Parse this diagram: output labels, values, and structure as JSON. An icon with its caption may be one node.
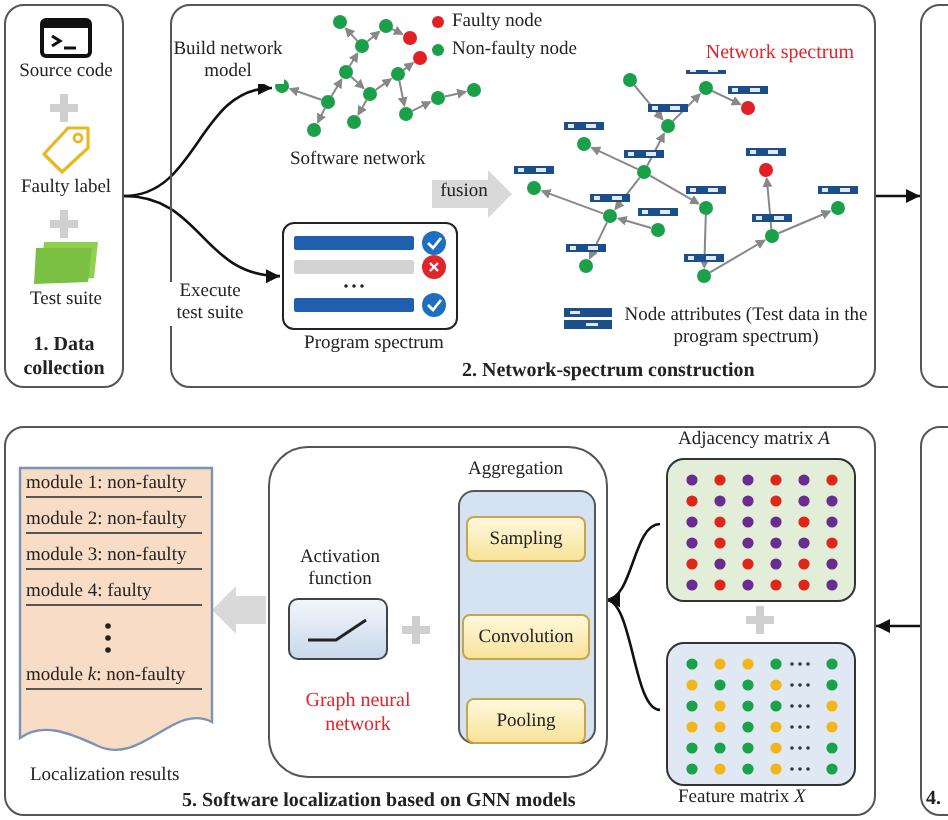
{
  "diagram": {
    "nodes": [
      {
        "text": [
          "1. Data collection"
        ]
      },
      {
        "text": [
          "Source code"
        ],
        "in": 0
      },
      {
        "text": [
          "Faulty label"
        ],
        "in": 0
      },
      {
        "text": [
          "Test suite"
        ],
        "in": 0
      },
      {
        "text": [
          "2. Network-spectrum construction"
        ]
      },
      {
        "text": [
          "Software network"
        ],
        "in": 4
      },
      {
        "text": [
          "Program spectrum"
        ],
        "in": 4
      },
      {
        "text": [
          "Network spectrum"
        ],
        "in": 4
      },
      {
        "text": [],
        "shape": "box"
      },
      {
        "text": [
          "5. Software localization based on GNN models"
        ]
      },
      {
        "text": [
          "module 1: non-faulty",
          "module 2: non-faulty",
          "module 3: non-faulty",
          "module 4: faulty",
          "module *k*: non-faulty"
        ],
        "beside": [
          "Localization results"
        ],
        "in": 9
      },
      {
        "text": [
          "Graph neural network"
        ],
        "in": 9
      },
      {
        "text": [
          "Activation function"
        ],
        "in": 11
      },
      {
        "text": [
          "Aggregation"
        ],
        "in": 11
      },
      {
        "text": [
          "Sampling"
        ],
        "in": 13
      },
      {
        "text": [
          "Convolution"
        ],
        "in": 13
      },
      {
        "text": [
          "Pooling"
        ],
        "in": 13
      },
      {
        "text": [
          "Adjacency matrix *A*"
        ],
        "in": 9
      },
      {
        "text": [
          "Feature matrix *X*"
        ],
        "in": 9
      },
      {
        "text": [
          "4."
        ]
      }
    ],
    "edges": [
      {
        "from": 0,
        "to": 5,
        "arrow": "to",
        "label": "Build network model"
      },
      {
        "from": 0,
        "to": 6,
        "arrow": "to",
        "label": "Execute test suite"
      },
      {
        "from": null,
        "to": 7,
        "arrow": "to",
        "label": "fusion",
        "style": "thick",
        "color": "#d9d9d9"
      },
      {
        "from": 4,
        "to": 8,
        "arrow": "to"
      },
      {
        "from": 19,
        "to": 9,
        "arrow": "to"
      },
      {
        "from": 17,
        "to": 11,
        "arrow": "to"
      },
      {
        "from": 18,
        "to": 11,
        "arrow": "to"
      },
      {
        "from": 11,
        "to": 10,
        "arrow": "to",
        "style": "thick",
        "color": "#d9d9d9"
      }
    ],
    "legend": [
      {
        "text": "Faulty node",
        "color": "#e31e24"
      },
      {
        "text": "Non-faulty node",
        "color": "#1aa048"
      },
      {
        "text": "Node attributes (Test data in the program spectrum)"
      }
    ]
  }
}
